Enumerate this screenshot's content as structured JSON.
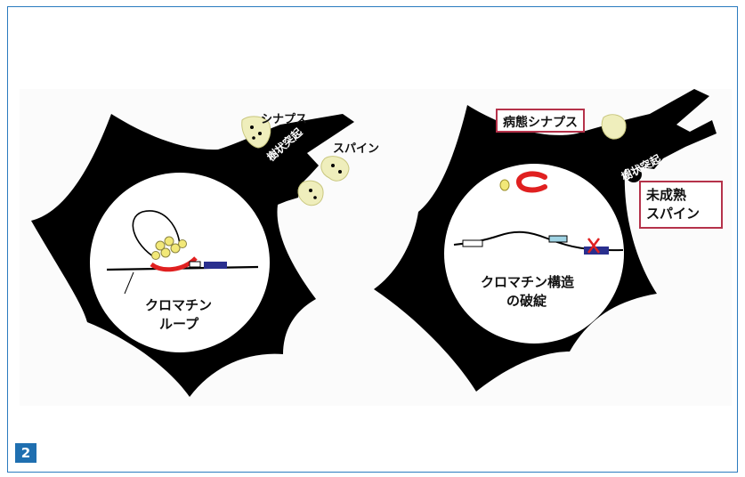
{
  "figure_number": "2",
  "colors": {
    "frame": "#2b7bbf",
    "badge": "#1f6fb0",
    "cell": "#000000",
    "spine_yellow": "#efeebc",
    "protein_yellow": "#f2e878",
    "loop_red": "#e02020",
    "label_box_border": "#b5324a",
    "promoter_blue": "#2a2f8e",
    "element_light_blue": "#9fd3e3"
  },
  "left_panel": {
    "synapse_label": "シナプス",
    "spine_label": "スパイン",
    "dendrite_label": "樹状突起",
    "nucleus_caption_line1": "クロマチン",
    "nucleus_caption_line2": "ループ"
  },
  "right_panel": {
    "pathological_synapse_label": "病態シナプス",
    "dendrite_label": "樹状突起",
    "immature_spine_line1": "未成熟",
    "immature_spine_line2": "スパイン",
    "nucleus_caption_line1": "クロマチン構造",
    "nucleus_caption_line2": "の破綻"
  }
}
